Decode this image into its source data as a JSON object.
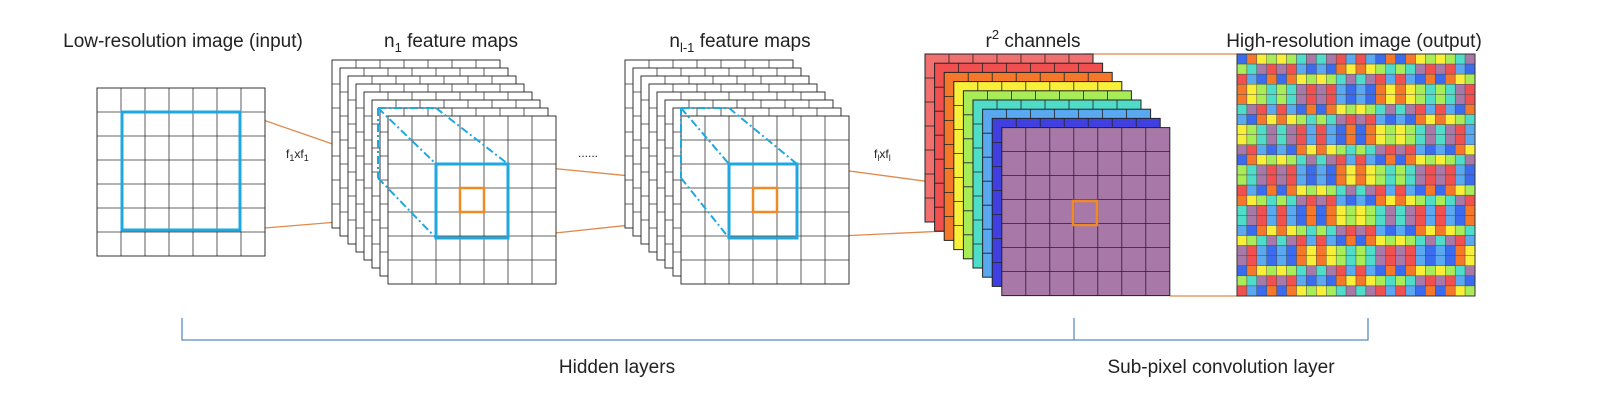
{
  "title_input": "Low-resolution image (input)",
  "title_n1": {
    "pre": "n",
    "sub": "1",
    "post": " feature maps"
  },
  "title_nl1": {
    "pre": "n",
    "sub": "l-1",
    "post": " feature maps"
  },
  "title_channels": {
    "pre": "r",
    "sup": "2",
    "post": " channels"
  },
  "title_output": "High-resolution image (output)",
  "filter_label_1": {
    "a": "f",
    "sub_a": "1",
    "mid": "xf",
    "sub_b": "1"
  },
  "filter_label_l": {
    "a": "f",
    "sub_a": "l",
    "mid": "xf",
    "sub_b": "l"
  },
  "ellipsis": "......",
  "bottom_left": "Hidden layers",
  "bottom_right": "Sub-pixel convolution layer",
  "colors": {
    "grid_line": "#333333",
    "filter_blue": "#1fa8e0",
    "kernel_orange": "#f08a24",
    "connector": "#e0894a",
    "bracket": "#5b8bc4",
    "channels": [
      "#f07070",
      "#f05050",
      "#f5782a",
      "#f8f038",
      "#a8ec58",
      "#4fdcc8",
      "#5aa8f0",
      "#4040e0",
      "#a878a8"
    ],
    "output_palette": [
      "#3b6cf0",
      "#f5782a",
      "#f8f038",
      "#a8ec58",
      "#4fdcc8",
      "#a878a8",
      "#f05050",
      "#5aa8f0"
    ]
  }
}
